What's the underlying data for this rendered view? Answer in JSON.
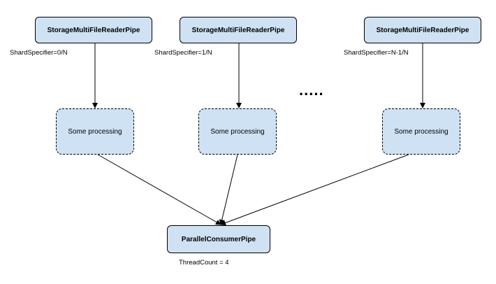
{
  "readers": [
    {
      "label": "StorageMultiFileReaderPipe",
      "shard": "ShardSpecifier=0/N"
    },
    {
      "label": "StorageMultiFileReaderPipe",
      "shard": "ShardSpecifier=1/N"
    },
    {
      "label": "StorageMultiFileReaderPipe",
      "shard": "ShardSpecifier=N-1/N"
    }
  ],
  "processing": [
    {
      "label": "Some processing"
    },
    {
      "label": "Some processing"
    },
    {
      "label": "Some processing"
    }
  ],
  "ellipsis": ".....",
  "consumer": {
    "label": "ParallelConsumerPipe",
    "thread_count": "ThreadCount = 4"
  },
  "colors": {
    "box_fill": "#cfe2f3",
    "stroke": "#000000"
  }
}
